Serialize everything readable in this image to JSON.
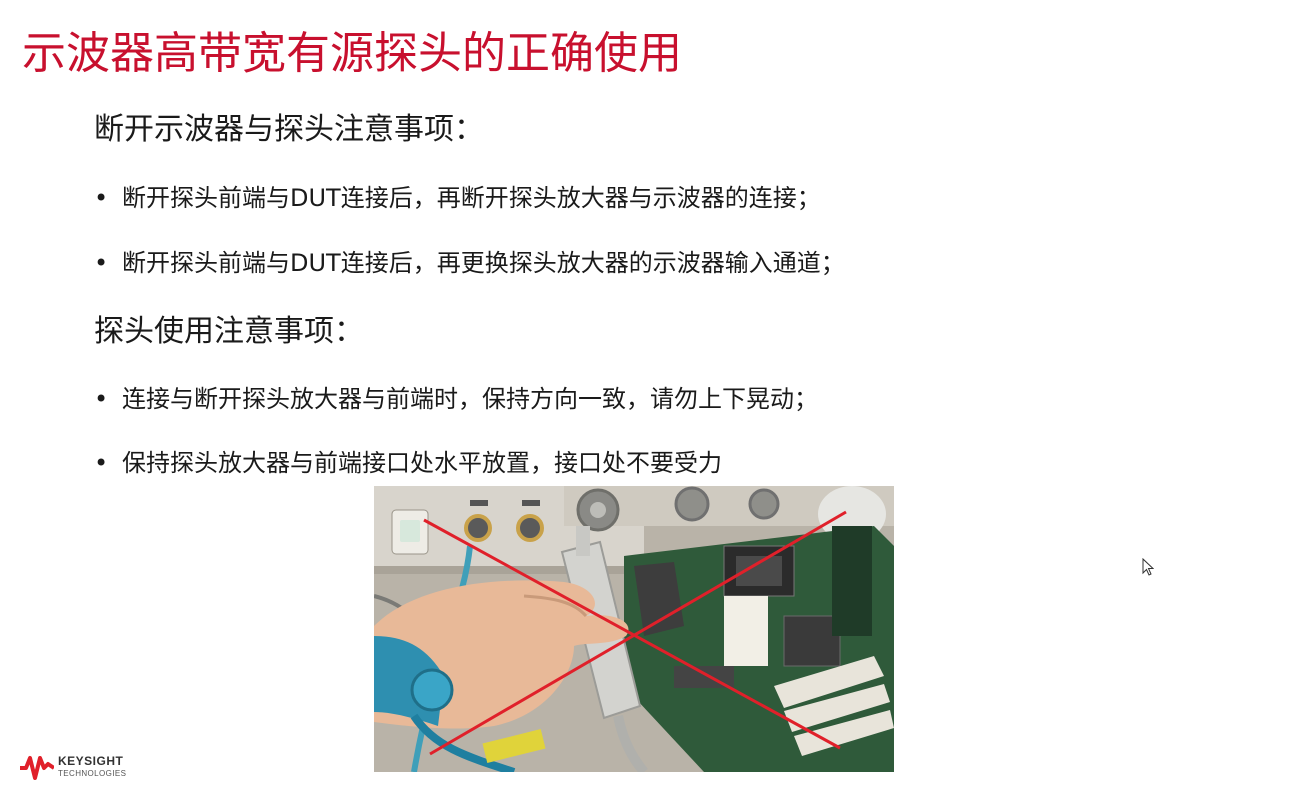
{
  "slide": {
    "title": "示波器高带宽有源探头的正确使用"
  },
  "sections": [
    {
      "heading": "断开示波器与探头注意事项：",
      "bullets": [
        "断开探头前端与DUT连接后，再断开探头放大器与示波器的连接；",
        "断开探头前端与DUT连接后，再更换探头放大器的示波器输入通道；"
      ]
    },
    {
      "heading": "探头使用注意事项：",
      "bullets": [
        "连接与断开探头放大器与前端时，保持方向一致，请勿上下晃动；",
        "保持探头放大器与前端接口处水平放置，接口处不要受力"
      ]
    }
  ],
  "bullet_symbol": "•",
  "photo": {
    "icon": "incorrect-usage-cross-icon",
    "cross_color": "#e0202a"
  },
  "logo": {
    "name": "KEYSIGHT",
    "subtitle": "TECHNOLOGIES",
    "color": "#e0202a"
  },
  "colors": {
    "title": "#c8102e",
    "body_text": "#1a1a1a"
  }
}
